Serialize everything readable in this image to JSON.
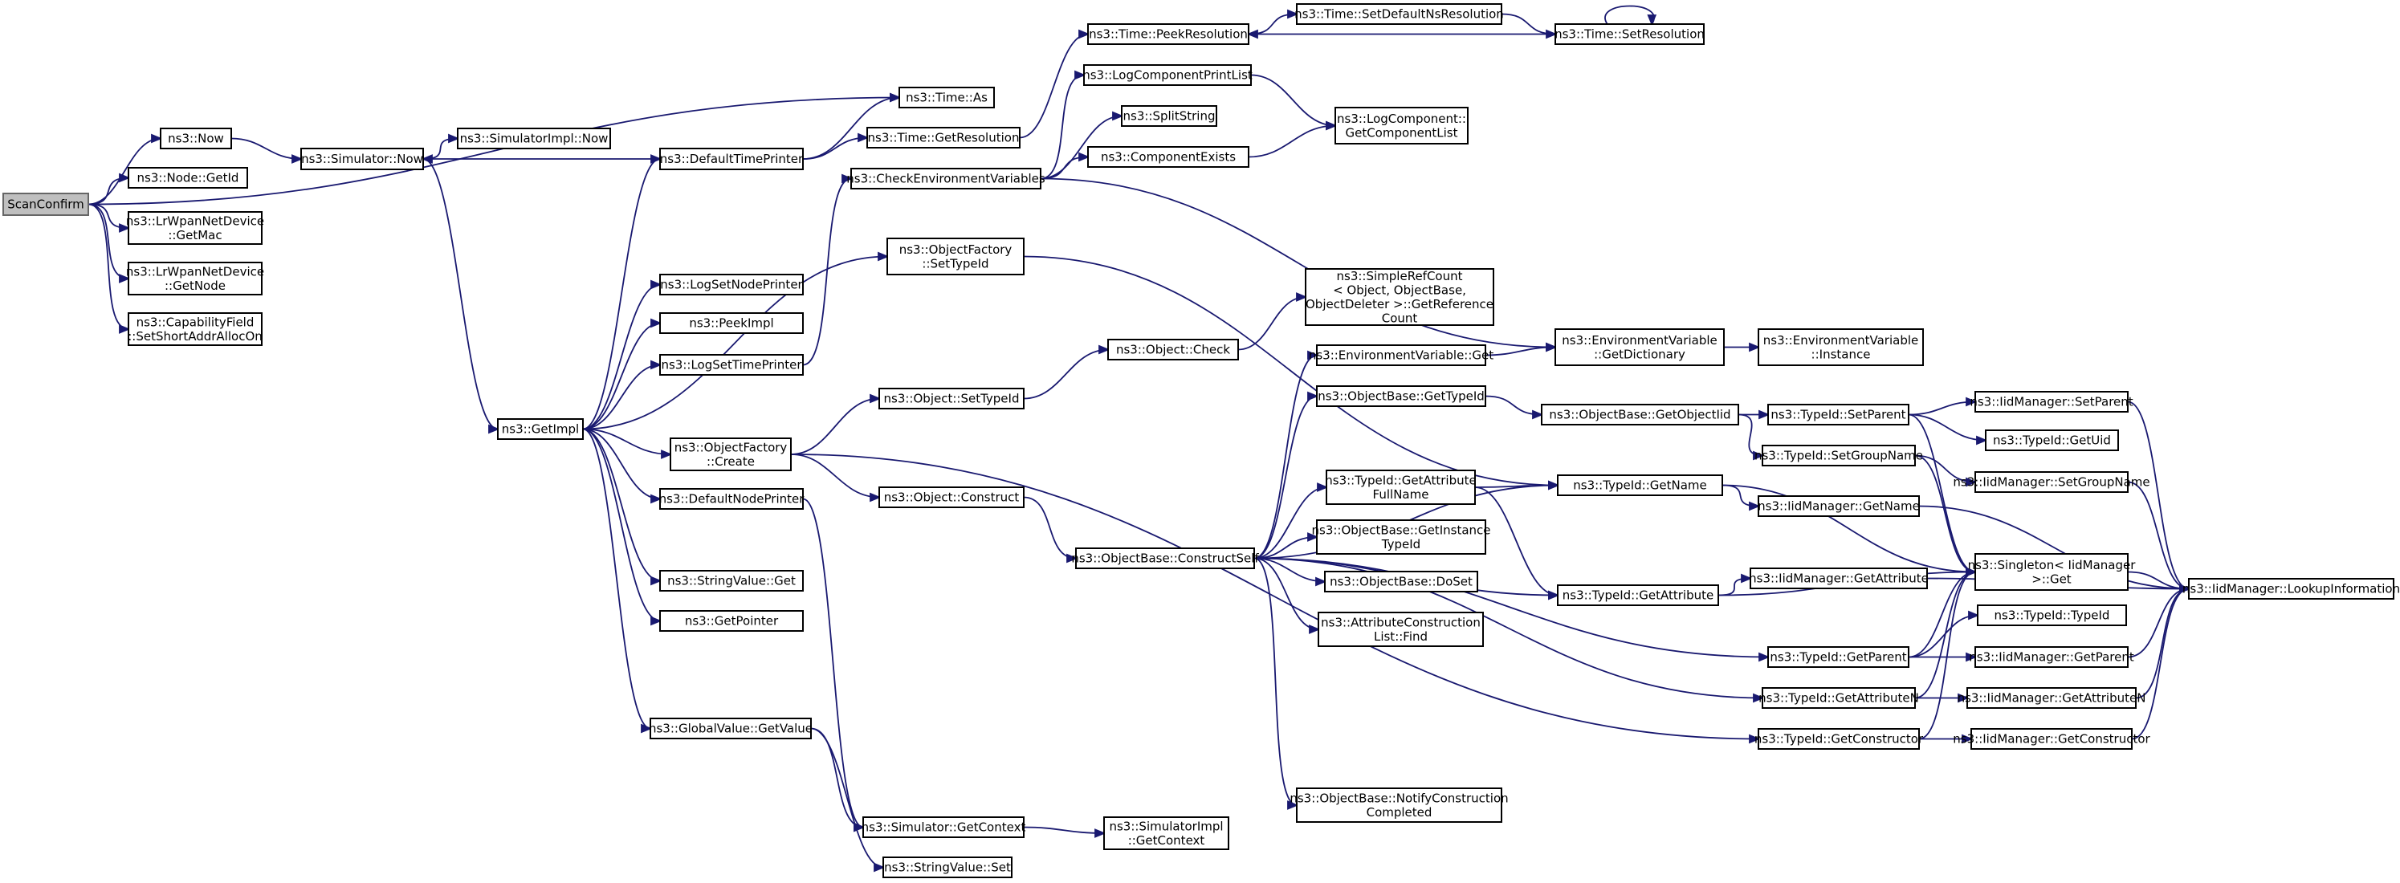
{
  "colors": {
    "edge": "#191970",
    "node_border": "#000000",
    "root_fill": "#bfbfbf",
    "node_fill": "#ffffff"
  },
  "nodes": [
    {
      "id": "n0",
      "lines": [
        "ScanConfirm"
      ]
    },
    {
      "id": "n1",
      "lines": [
        "ns3::Now"
      ]
    },
    {
      "id": "n2",
      "lines": [
        "ns3::Node::GetId"
      ]
    },
    {
      "id": "n3",
      "lines": [
        "ns3::LrWpanNetDevice",
        "::GetMac"
      ]
    },
    {
      "id": "n4",
      "lines": [
        "ns3::LrWpanNetDevice",
        "::GetNode"
      ]
    },
    {
      "id": "n5",
      "lines": [
        "ns3::CapabilityField",
        "::SetShortAddrAllocOn"
      ]
    },
    {
      "id": "n6",
      "lines": [
        "ns3::Simulator::Now"
      ]
    },
    {
      "id": "n7",
      "lines": [
        "ns3::SimulatorImpl::Now"
      ]
    },
    {
      "id": "n8",
      "lines": [
        "ns3::GetImpl"
      ]
    },
    {
      "id": "n9",
      "lines": [
        "ns3::DefaultTimePrinter"
      ]
    },
    {
      "id": "n10",
      "lines": [
        "ns3::LogSetNodePrinter"
      ]
    },
    {
      "id": "n11",
      "lines": [
        "ns3::PeekImpl"
      ]
    },
    {
      "id": "n12",
      "lines": [
        "ns3::LogSetTimePrinter"
      ]
    },
    {
      "id": "n13",
      "lines": [
        "ns3::ObjectFactory",
        "::Create"
      ]
    },
    {
      "id": "n14",
      "lines": [
        "ns3::DefaultNodePrinter"
      ]
    },
    {
      "id": "n15",
      "lines": [
        "ns3::StringValue::Get"
      ]
    },
    {
      "id": "n16",
      "lines": [
        "ns3::GetPointer"
      ]
    },
    {
      "id": "n17",
      "lines": [
        "ns3::GlobalValue::GetValue"
      ]
    },
    {
      "id": "n18",
      "lines": [
        "ns3::Time::As"
      ]
    },
    {
      "id": "n19",
      "lines": [
        "ns3::Time::GetResolution"
      ]
    },
    {
      "id": "n20",
      "lines": [
        "ns3::CheckEnvironmentVariables"
      ]
    },
    {
      "id": "n21",
      "lines": [
        "ns3::ObjectFactory",
        "::SetTypeId"
      ]
    },
    {
      "id": "n22",
      "lines": [
        "ns3::Object::SetTypeId"
      ]
    },
    {
      "id": "n23",
      "lines": [
        "ns3::Object::Construct"
      ]
    },
    {
      "id": "n24",
      "lines": [
        "ns3::Simulator::GetContext"
      ]
    },
    {
      "id": "n25",
      "lines": [
        "ns3::StringValue::Set"
      ]
    },
    {
      "id": "n26",
      "lines": [
        "ns3::Time::PeekResolution"
      ]
    },
    {
      "id": "n27",
      "lines": [
        "ns3::LogComponentPrintList"
      ]
    },
    {
      "id": "n28",
      "lines": [
        "ns3::SplitString"
      ]
    },
    {
      "id": "n29",
      "lines": [
        "ns3::ComponentExists"
      ]
    },
    {
      "id": "n30",
      "lines": [
        "ns3::Object::Check"
      ]
    },
    {
      "id": "n31",
      "lines": [
        "ns3::ObjectBase::ConstructSelf"
      ]
    },
    {
      "id": "n32",
      "lines": [
        "ns3::SimulatorImpl",
        "::GetContext"
      ]
    },
    {
      "id": "n33",
      "lines": [
        "ns3::Time::SetDefaultNsResolution"
      ]
    },
    {
      "id": "n34",
      "lines": [
        "ns3::Time::SetResolution"
      ]
    },
    {
      "id": "n35",
      "lines": [
        "ns3::LogComponent::",
        "GetComponentList"
      ]
    },
    {
      "id": "n36",
      "lines": [
        "ns3::SimpleRefCount",
        "< Object, ObjectBase,",
        "ObjectDeleter >::GetReference",
        "Count"
      ]
    },
    {
      "id": "n37",
      "lines": [
        "ns3::EnvironmentVariable::Get"
      ]
    },
    {
      "id": "n38",
      "lines": [
        "ns3::ObjectBase::GetTypeId"
      ]
    },
    {
      "id": "n39",
      "lines": [
        "ns3::TypeId::GetAttribute",
        "FullName"
      ]
    },
    {
      "id": "n40",
      "lines": [
        "ns3::ObjectBase::GetInstance",
        "TypeId"
      ]
    },
    {
      "id": "n41",
      "lines": [
        "ns3::ObjectBase::DoSet"
      ]
    },
    {
      "id": "n42",
      "lines": [
        "ns3::AttributeConstruction",
        "List::Find"
      ]
    },
    {
      "id": "n43",
      "lines": [
        "ns3::ObjectBase::NotifyConstruction",
        "Completed"
      ]
    },
    {
      "id": "n44",
      "lines": [
        "ns3::EnvironmentVariable",
        "::GetDictionary"
      ]
    },
    {
      "id": "n45",
      "lines": [
        "ns3::ObjectBase::GetObjectIid"
      ]
    },
    {
      "id": "n46",
      "lines": [
        "ns3::TypeId::GetName"
      ]
    },
    {
      "id": "n47",
      "lines": [
        "ns3::TypeId::GetAttribute"
      ]
    },
    {
      "id": "n48",
      "lines": [
        "ns3::TypeId::GetParent"
      ]
    },
    {
      "id": "n49",
      "lines": [
        "ns3::TypeId::GetAttributeN"
      ]
    },
    {
      "id": "n50",
      "lines": [
        "ns3::TypeId::GetConstructor"
      ]
    },
    {
      "id": "n51",
      "lines": [
        "ns3::EnvironmentVariable",
        "::Instance"
      ]
    },
    {
      "id": "n52",
      "lines": [
        "ns3::TypeId::SetParent"
      ]
    },
    {
      "id": "n53",
      "lines": [
        "ns3::TypeId::SetGroupName"
      ]
    },
    {
      "id": "n54",
      "lines": [
        "ns3::IidManager::GetName"
      ]
    },
    {
      "id": "n55",
      "lines": [
        "ns3::IidManager::GetAttribute"
      ]
    },
    {
      "id": "n56",
      "lines": [
        "ns3::Singleton< IidManager",
        " >::Get"
      ]
    },
    {
      "id": "n57",
      "lines": [
        "ns3::TypeId::TypeId"
      ]
    },
    {
      "id": "n58",
      "lines": [
        "ns3::IidManager::GetParent"
      ]
    },
    {
      "id": "n59",
      "lines": [
        "ns3::IidManager::GetAttributeN"
      ]
    },
    {
      "id": "n60",
      "lines": [
        "ns3::IidManager::GetConstructor"
      ]
    },
    {
      "id": "n61",
      "lines": [
        "ns3::IidManager::SetParent"
      ]
    },
    {
      "id": "n62",
      "lines": [
        "ns3::TypeId::GetUid"
      ]
    },
    {
      "id": "n63",
      "lines": [
        "ns3::IidManager::SetGroupName"
      ]
    },
    {
      "id": "n64",
      "lines": [
        "ns3::IidManager::LookupInformation"
      ]
    }
  ],
  "edges": [
    [
      "n0",
      "n1"
    ],
    [
      "n0",
      "n2"
    ],
    [
      "n0",
      "n3"
    ],
    [
      "n0",
      "n4"
    ],
    [
      "n0",
      "n5"
    ],
    [
      "n0",
      "n18"
    ],
    [
      "n1",
      "n6"
    ],
    [
      "n6",
      "n7"
    ],
    [
      "n6",
      "n8"
    ],
    [
      "n9",
      "n6"
    ],
    [
      "n8",
      "n9"
    ],
    [
      "n8",
      "n10"
    ],
    [
      "n8",
      "n11"
    ],
    [
      "n8",
      "n12"
    ],
    [
      "n8",
      "n13"
    ],
    [
      "n8",
      "n14"
    ],
    [
      "n8",
      "n15"
    ],
    [
      "n8",
      "n16"
    ],
    [
      "n8",
      "n17"
    ],
    [
      "n8",
      "n21"
    ],
    [
      "n9",
      "n18"
    ],
    [
      "n9",
      "n19"
    ],
    [
      "n19",
      "n26"
    ],
    [
      "n12",
      "n20"
    ],
    [
      "n20",
      "n27"
    ],
    [
      "n20",
      "n28"
    ],
    [
      "n20",
      "n29"
    ],
    [
      "n20",
      "n44"
    ],
    [
      "n27",
      "n35"
    ],
    [
      "n29",
      "n35"
    ],
    [
      "n21",
      "n46"
    ],
    [
      "n13",
      "n22"
    ],
    [
      "n13",
      "n23"
    ],
    [
      "n13",
      "n50"
    ],
    [
      "n14",
      "n24"
    ],
    [
      "n17",
      "n25"
    ],
    [
      "n17",
      "n24"
    ],
    [
      "n24",
      "n32"
    ],
    [
      "n22",
      "n30"
    ],
    [
      "n30",
      "n36"
    ],
    [
      "n23",
      "n31"
    ],
    [
      "n26",
      "n33"
    ],
    [
      "n33",
      "n34"
    ],
    [
      "n34",
      "n26"
    ],
    [
      "n34",
      "n34"
    ],
    [
      "n31",
      "n37"
    ],
    [
      "n31",
      "n38"
    ],
    [
      "n31",
      "n39"
    ],
    [
      "n31",
      "n40"
    ],
    [
      "n31",
      "n41"
    ],
    [
      "n31",
      "n42"
    ],
    [
      "n31",
      "n43"
    ],
    [
      "n31",
      "n46"
    ],
    [
      "n31",
      "n47"
    ],
    [
      "n31",
      "n48"
    ],
    [
      "n31",
      "n49"
    ],
    [
      "n37",
      "n44"
    ],
    [
      "n44",
      "n51"
    ],
    [
      "n38",
      "n45"
    ],
    [
      "n45",
      "n52"
    ],
    [
      "n45",
      "n53"
    ],
    [
      "n39",
      "n46"
    ],
    [
      "n39",
      "n47"
    ],
    [
      "n46",
      "n54"
    ],
    [
      "n46",
      "n56"
    ],
    [
      "n47",
      "n55"
    ],
    [
      "n47",
      "n56"
    ],
    [
      "n48",
      "n57"
    ],
    [
      "n48",
      "n58"
    ],
    [
      "n48",
      "n56"
    ],
    [
      "n49",
      "n59"
    ],
    [
      "n49",
      "n56"
    ],
    [
      "n50",
      "n60"
    ],
    [
      "n50",
      "n56"
    ],
    [
      "n52",
      "n61"
    ],
    [
      "n52",
      "n62"
    ],
    [
      "n52",
      "n56"
    ],
    [
      "n53",
      "n63"
    ],
    [
      "n53",
      "n56"
    ],
    [
      "n54",
      "n64"
    ],
    [
      "n55",
      "n64"
    ],
    [
      "n56",
      "n64"
    ],
    [
      "n58",
      "n64"
    ],
    [
      "n59",
      "n64"
    ],
    [
      "n60",
      "n64"
    ],
    [
      "n61",
      "n64"
    ],
    [
      "n63",
      "n64"
    ]
  ]
}
